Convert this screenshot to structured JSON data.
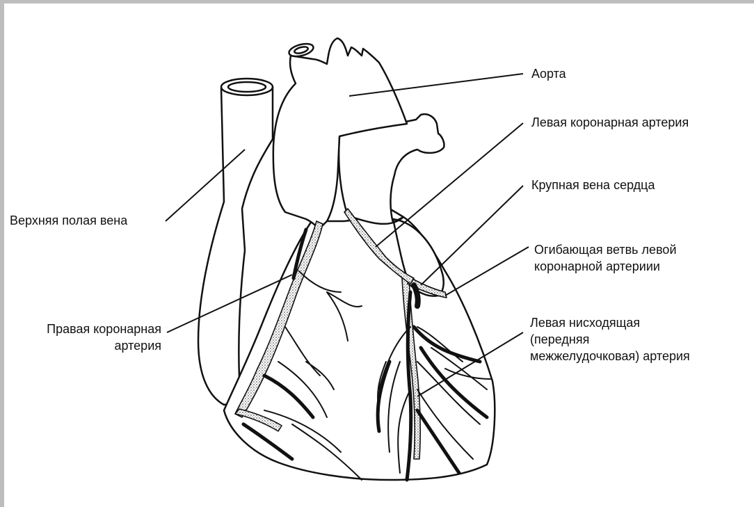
{
  "labels": {
    "aorta": "Аорта",
    "left_coronary_artery": "Левая коронарная артерия",
    "great_cardiac_vein": "Крупная вена сердца",
    "circumflex_line1": "Огибающая ветвь левой",
    "circumflex_line2": "коронарной артериии",
    "lad_line1": "Левая нисходящая",
    "lad_line2": "(передняя",
    "lad_line3": "межжелудочковая) артерия",
    "superior_vena_cava": "Верхняя полая вена",
    "right_coronary_line1": "Правая коронарная",
    "right_coronary_line2": "артерия"
  },
  "colors": {
    "frame": "#bdbdbd",
    "ink": "#111111",
    "vessel_fill": "#ffffff"
  }
}
